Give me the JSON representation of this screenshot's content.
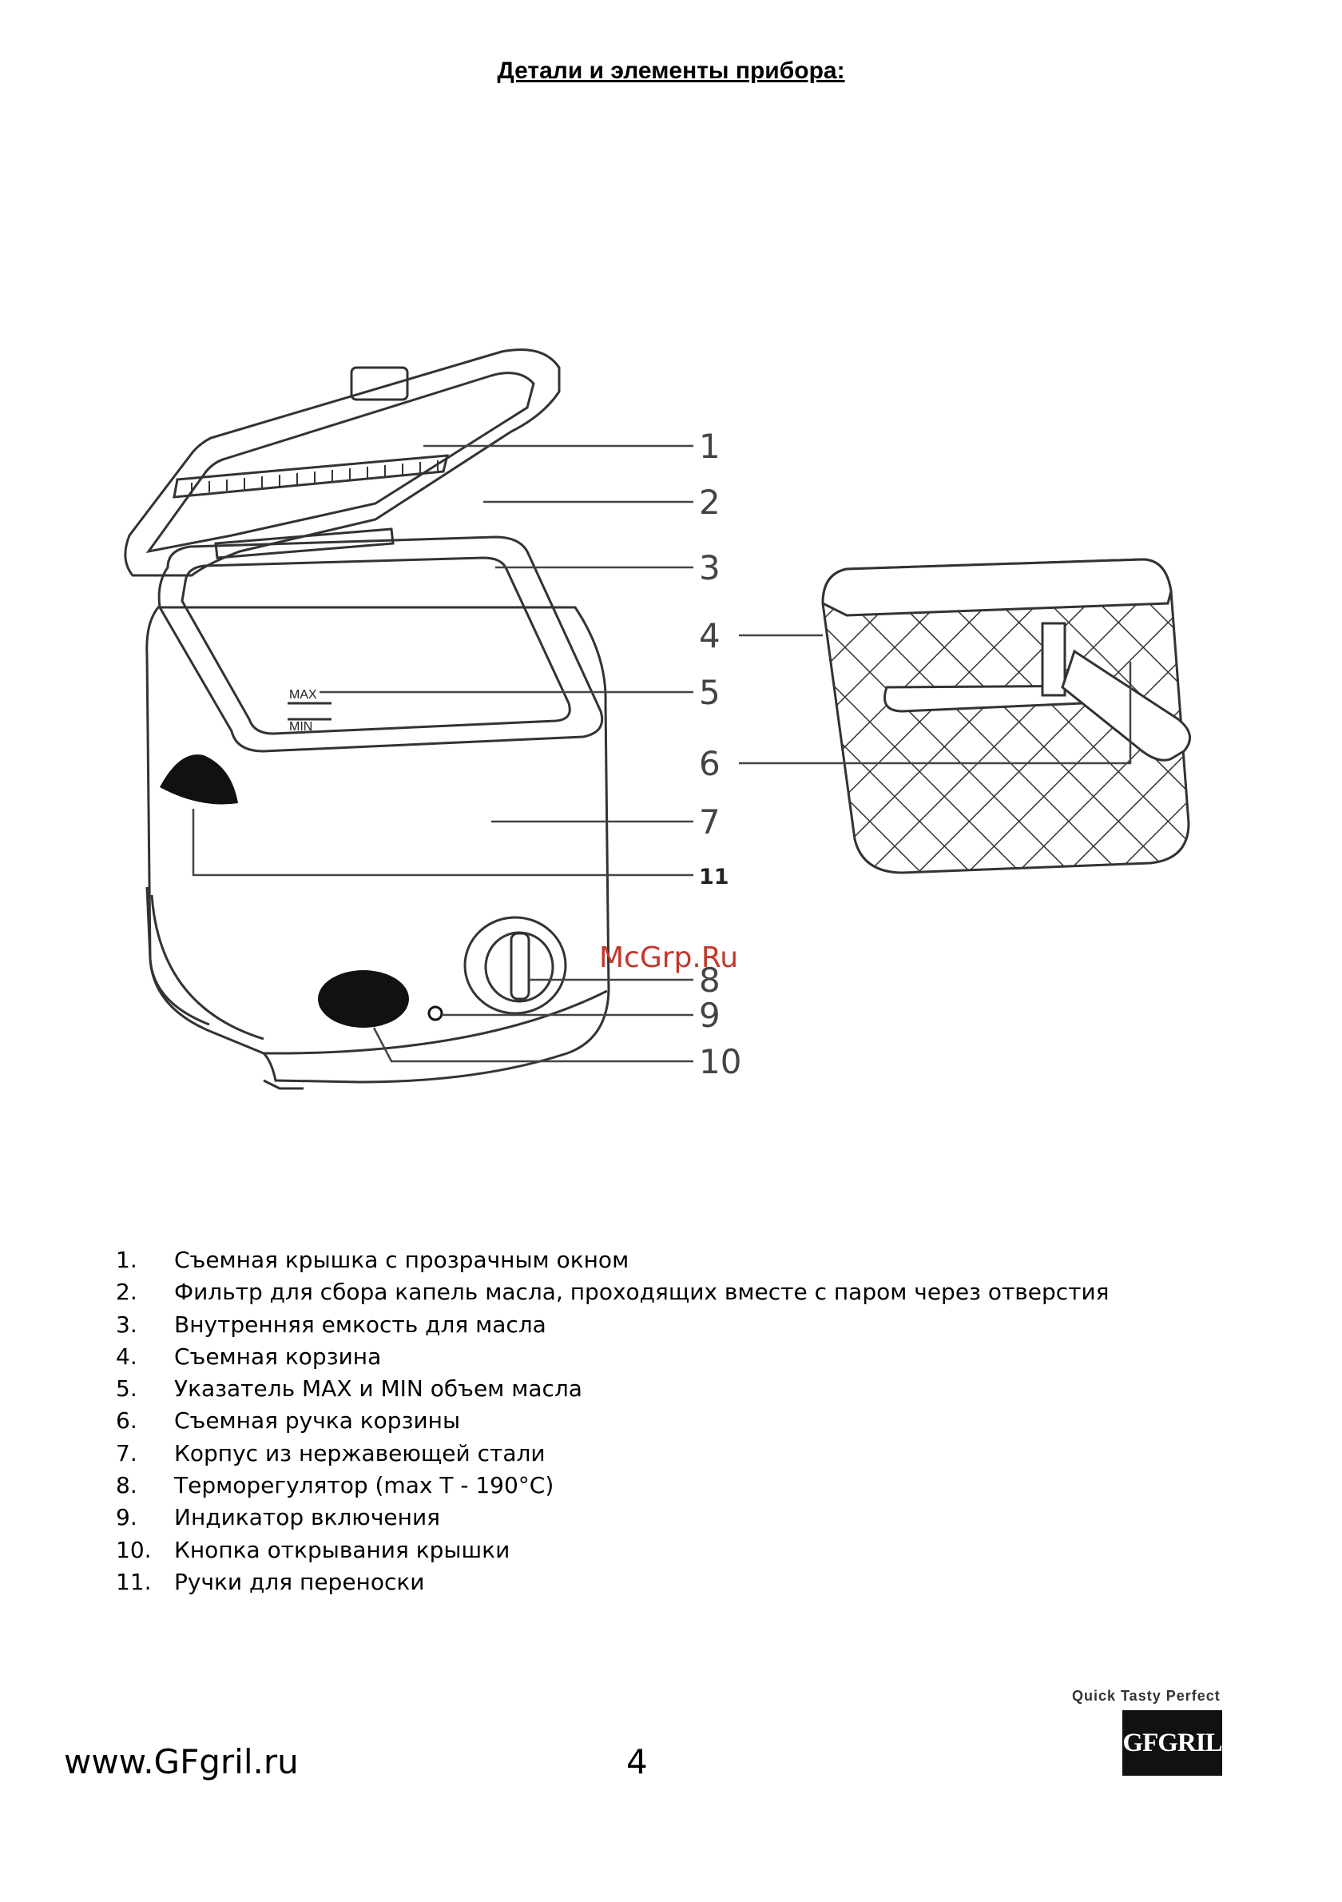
{
  "title": "Детали и элементы прибора:",
  "diagram": {
    "callouts": [
      "1",
      "2",
      "3",
      "4",
      "5",
      "6",
      "7",
      "8",
      "9",
      "10",
      "11"
    ],
    "scale_labels": [
      "MAX",
      "MIN"
    ]
  },
  "watermark": "McGrp.Ru",
  "legend": [
    {
      "num": "1.",
      "text": "Съемная крышка с прозрачным окном"
    },
    {
      "num": "2.",
      "text": "Фильтр для сбора капель масла, проходящих вместе с паром через отверстия"
    },
    {
      "num": "3.",
      "text": "Внутренняя емкость для масла"
    },
    {
      "num": "4.",
      "text": "Съемная корзина"
    },
    {
      "num": "5.",
      "text": "Указатель MAX и MIN объем масла"
    },
    {
      "num": "6.",
      "text": "Съемная ручка корзины"
    },
    {
      "num": "7.",
      "text": "Корпус из нержавеющей стали"
    },
    {
      "num": "8.",
      "text": "Терморегулятор (max T - 190°C)"
    },
    {
      "num": "9.",
      "text": "Индикатор включения"
    },
    {
      "num": "10.",
      "text": "Кнопка открывания крышки"
    },
    {
      "num": "11.",
      "text": "Ручки для переноски"
    }
  ],
  "footer": {
    "url": "www.GFgril.ru",
    "page_number": "4",
    "brand_tagline": "Quick Tasty Perfect",
    "brand_logo": "GFGRIL"
  }
}
